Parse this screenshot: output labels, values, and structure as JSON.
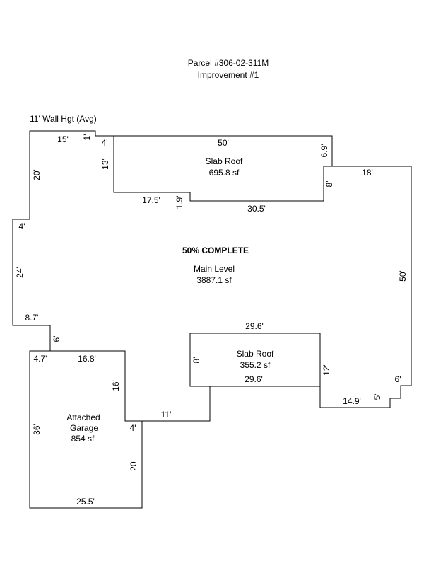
{
  "header": {
    "parcel": "Parcel #306-02-311M",
    "improvement": "Improvement #1"
  },
  "wall_height": "11' Wall Hgt (Avg)",
  "status": {
    "text": "50% COMPLETE",
    "color": "#e00000"
  },
  "areas": {
    "slab_roof_top": {
      "name": "Slab Roof",
      "area": "695.8 sf"
    },
    "main_level": {
      "name": "Main Level",
      "area": "3887.1 sf"
    },
    "slab_roof_bottom": {
      "name": "Slab Roof",
      "area": "355.2 sf"
    },
    "garage": {
      "name_line1": "Attached",
      "name_line2": "Garage",
      "area": "854 sf"
    }
  },
  "dimensions": {
    "main_left_top": "15'",
    "main_step_1": "1'",
    "main_step_4": "4'",
    "main_left_20": "20'",
    "main_left_4": "4'",
    "main_left_24": "24'",
    "main_left_8_7": "8.7'",
    "main_left_6": "6'",
    "main_right_18": "18'",
    "main_right_50": "50'",
    "main_right_6": "6'",
    "main_right_5": "5'",
    "main_bottom_14_9": "14.9'",
    "main_bottom_12": "12'",
    "main_bottom_11": "11'",
    "slab_top_50": "50'",
    "slab_top_6_9": "6.9'",
    "slab_top_13": "13'",
    "slab_top_8": "8'",
    "slab_top_17_5": "17.5'",
    "slab_top_1_9": "1.9'",
    "slab_top_30_5": "30.5'",
    "slab_bottom_29_6_top": "29.6'",
    "slab_bottom_8": "8'",
    "slab_bottom_29_6_bottom": "29.6'",
    "garage_4_7": "4.7'",
    "garage_16_8": "16.8'",
    "garage_16": "16'",
    "garage_4": "4'",
    "garage_36": "36'",
    "garage_20": "20'",
    "garage_25_5": "25.5'"
  }
}
